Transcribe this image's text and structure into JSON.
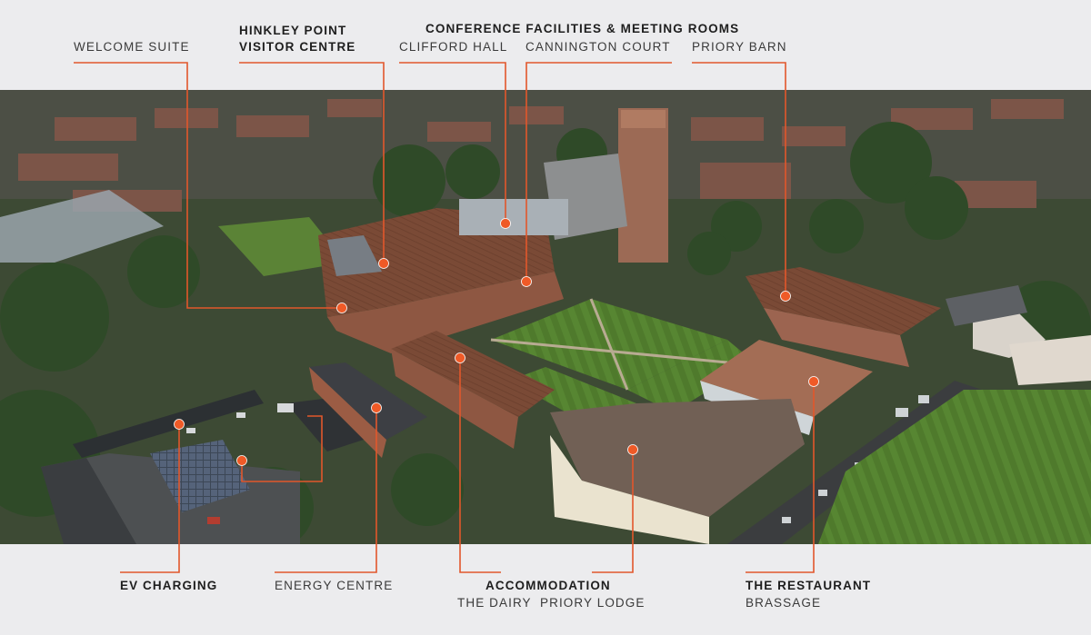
{
  "labels": {
    "welcome_suite": "WELCOME SUITE",
    "hinkley_line1": "HINKLEY POINT",
    "hinkley_line2": "VISITOR CENTRE",
    "conference_heading": "CONFERENCE FACILITIES & MEETING ROOMS",
    "clifford_hall": "CLIFFORD HALL",
    "cannington_court": "CANNINGTON COURT",
    "priory_barn": "PRIORY BARN",
    "ev_charging": "EV CHARGING",
    "energy_centre": "ENERGY CENTRE",
    "accommodation": "ACCOMMODATION",
    "the_dairy": "THE DAIRY",
    "priory_lodge": "PRIORY LODGE",
    "the_restaurant": "THE RESTAURANT",
    "brassage": "BRASSAGE"
  },
  "colors": {
    "accent": "#e2572b",
    "band": "#ececee",
    "text": "#3a3a3a"
  }
}
